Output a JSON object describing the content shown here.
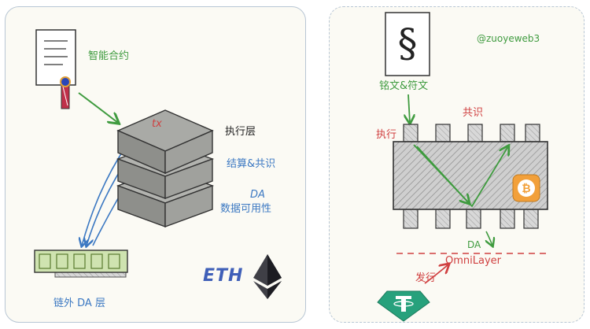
{
  "left": {
    "contract_label": "智能合约",
    "tx_label": "tx",
    "exec_layer": "执行层",
    "settle_consensus": "结算&共识",
    "da_label": "DA",
    "data_availability": "数据可用性",
    "offchain_da": "链外 DA 层",
    "eth_text": "ETH"
  },
  "right": {
    "section_symbol": "§",
    "handle": "@zuoyeweb3",
    "inscription_label": "铭文&符文",
    "consensus_label": "共识",
    "exec_label": "执行",
    "da_label": "DA",
    "omnilayer_label": "OmniLayer",
    "issue_label": "发行"
  },
  "colors": {
    "green": "#3f9b3f",
    "blue": "#3b78c2",
    "red": "#d04040",
    "server_top": "#a9aaa6",
    "server_side": "#8e8f8b",
    "offchain_fill": "#cfe3b0",
    "tether": "#27a17c",
    "bitcoin": "#f2a03a"
  }
}
